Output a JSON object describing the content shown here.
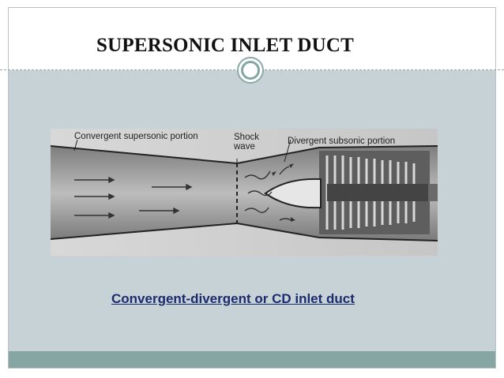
{
  "slide": {
    "title": "SUPERSONIC INLET DUCT",
    "caption": "Convergent-divergent or CD inlet duct"
  },
  "diagram": {
    "labels": {
      "convergent": "Convergent supersonic portion",
      "shock_line1": "Shock",
      "shock_line2": "wave",
      "divergent": "Divergent subsonic portion"
    }
  },
  "colors": {
    "content_background": "#c7d2d6",
    "footer_band": "#86a6a3",
    "caption_text": "#1c2a6e"
  }
}
